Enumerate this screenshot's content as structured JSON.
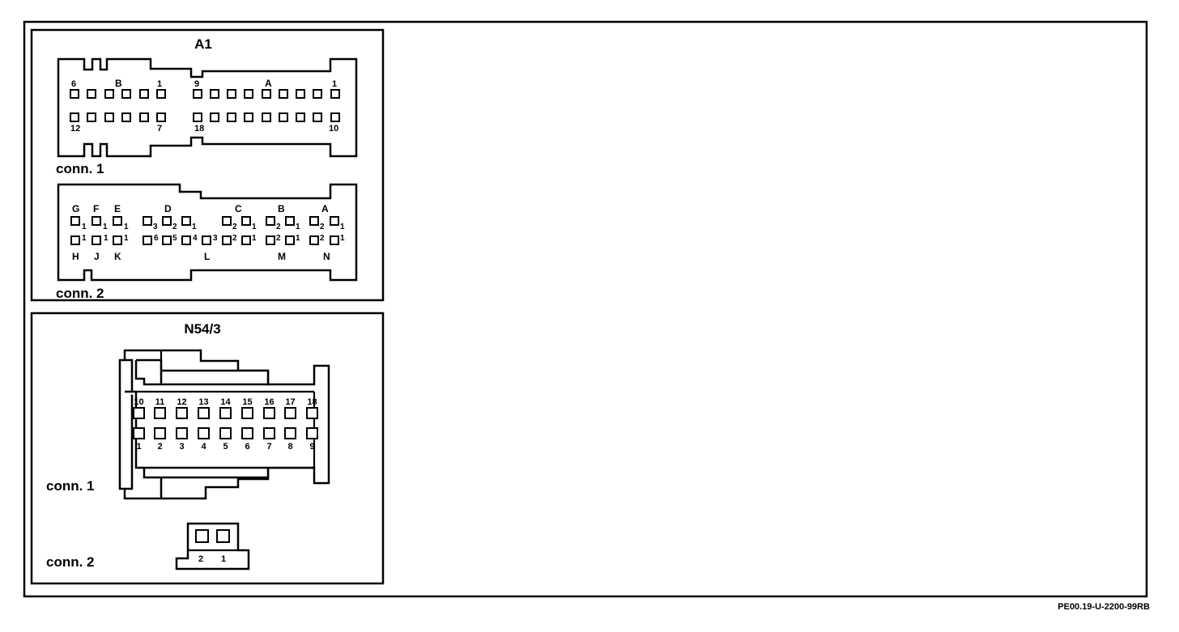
{
  "doc_code": "PE00.19-U-2200-99RB",
  "a1": {
    "title": "A1",
    "conn1": {
      "label": "conn. 1",
      "top_labels": [
        "6",
        "B",
        "1",
        "9",
        "A",
        "1"
      ],
      "bottom_labels": [
        "12",
        "7",
        "18",
        "10"
      ]
    },
    "conn2": {
      "label": "conn. 2",
      "top_letters": [
        "G",
        "F",
        "E",
        "D",
        "C",
        "B",
        "A"
      ],
      "bottom_letters": [
        "H",
        "J",
        "K",
        "L",
        "M",
        "N"
      ],
      "subs": {
        "one": "1",
        "two": "2",
        "three": "3",
        "four": "4",
        "five": "5",
        "six": "6"
      }
    }
  },
  "n54": {
    "title": "N54/3",
    "conn1": {
      "label": "conn. 1",
      "top_labels": [
        "10",
        "11",
        "12",
        "13",
        "14",
        "15",
        "16",
        "17",
        "18"
      ],
      "bottom_labels": [
        "1",
        "2",
        "3",
        "4",
        "5",
        "6",
        "7",
        "8",
        "9"
      ]
    },
    "conn2": {
      "label": "conn. 2",
      "pins": [
        "2",
        "1"
      ]
    }
  }
}
